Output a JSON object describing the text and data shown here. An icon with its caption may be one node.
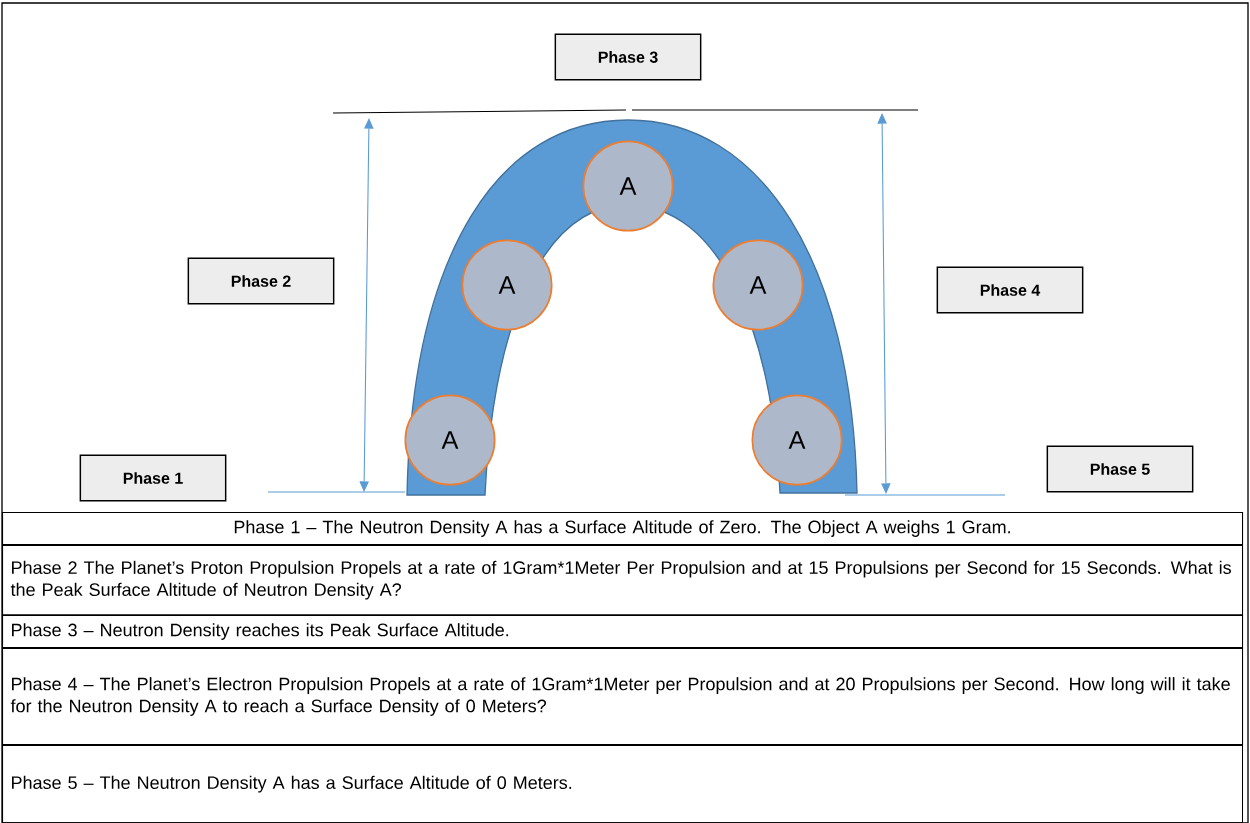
{
  "diagram": {
    "nodes": [
      {
        "text": [
          "Phase 3"
        ]
      },
      {
        "text": [
          "A"
        ]
      },
      {
        "text": [
          "Phase 2"
        ]
      },
      {
        "text": [
          "A"
        ]
      },
      {
        "text": [
          "A"
        ]
      },
      {
        "text": [
          "Phase 4"
        ]
      },
      {
        "text": [
          "A"
        ]
      },
      {
        "text": [
          "A"
        ]
      },
      {
        "text": [
          "Phase 1"
        ]
      },
      {
        "text": [
          "Phase 5"
        ]
      }
    ],
    "labels": [
      "Phase 1 – The Neutron Density A has a Surface Altitude of Zero.  The Object A weighs 1 Gram.",
      "Phase 2 The Planet’s Proton Propulsion Propels at a rate of 1Gram*1Meter Per Propulsion and at 15 Propulsions per Second for 15 Seconds. What is the Peak Surface Altitude of Neutron Density A?",
      "Phase 3 – Neutron Density reaches its Peak Surface Altitude.",
      "Phase 4 – The Planet’s Electron Propulsion Propels at a rate of 1Gram*1Meter per Propulsion and at 20 Propulsions per Second.  How long will it take for the Neutron Density A to reach a Surface Density of 0 Meters?",
      "Phase 5 – The Neutron Density A has a Surface Altitude of 0 Meters."
    ]
  }
}
